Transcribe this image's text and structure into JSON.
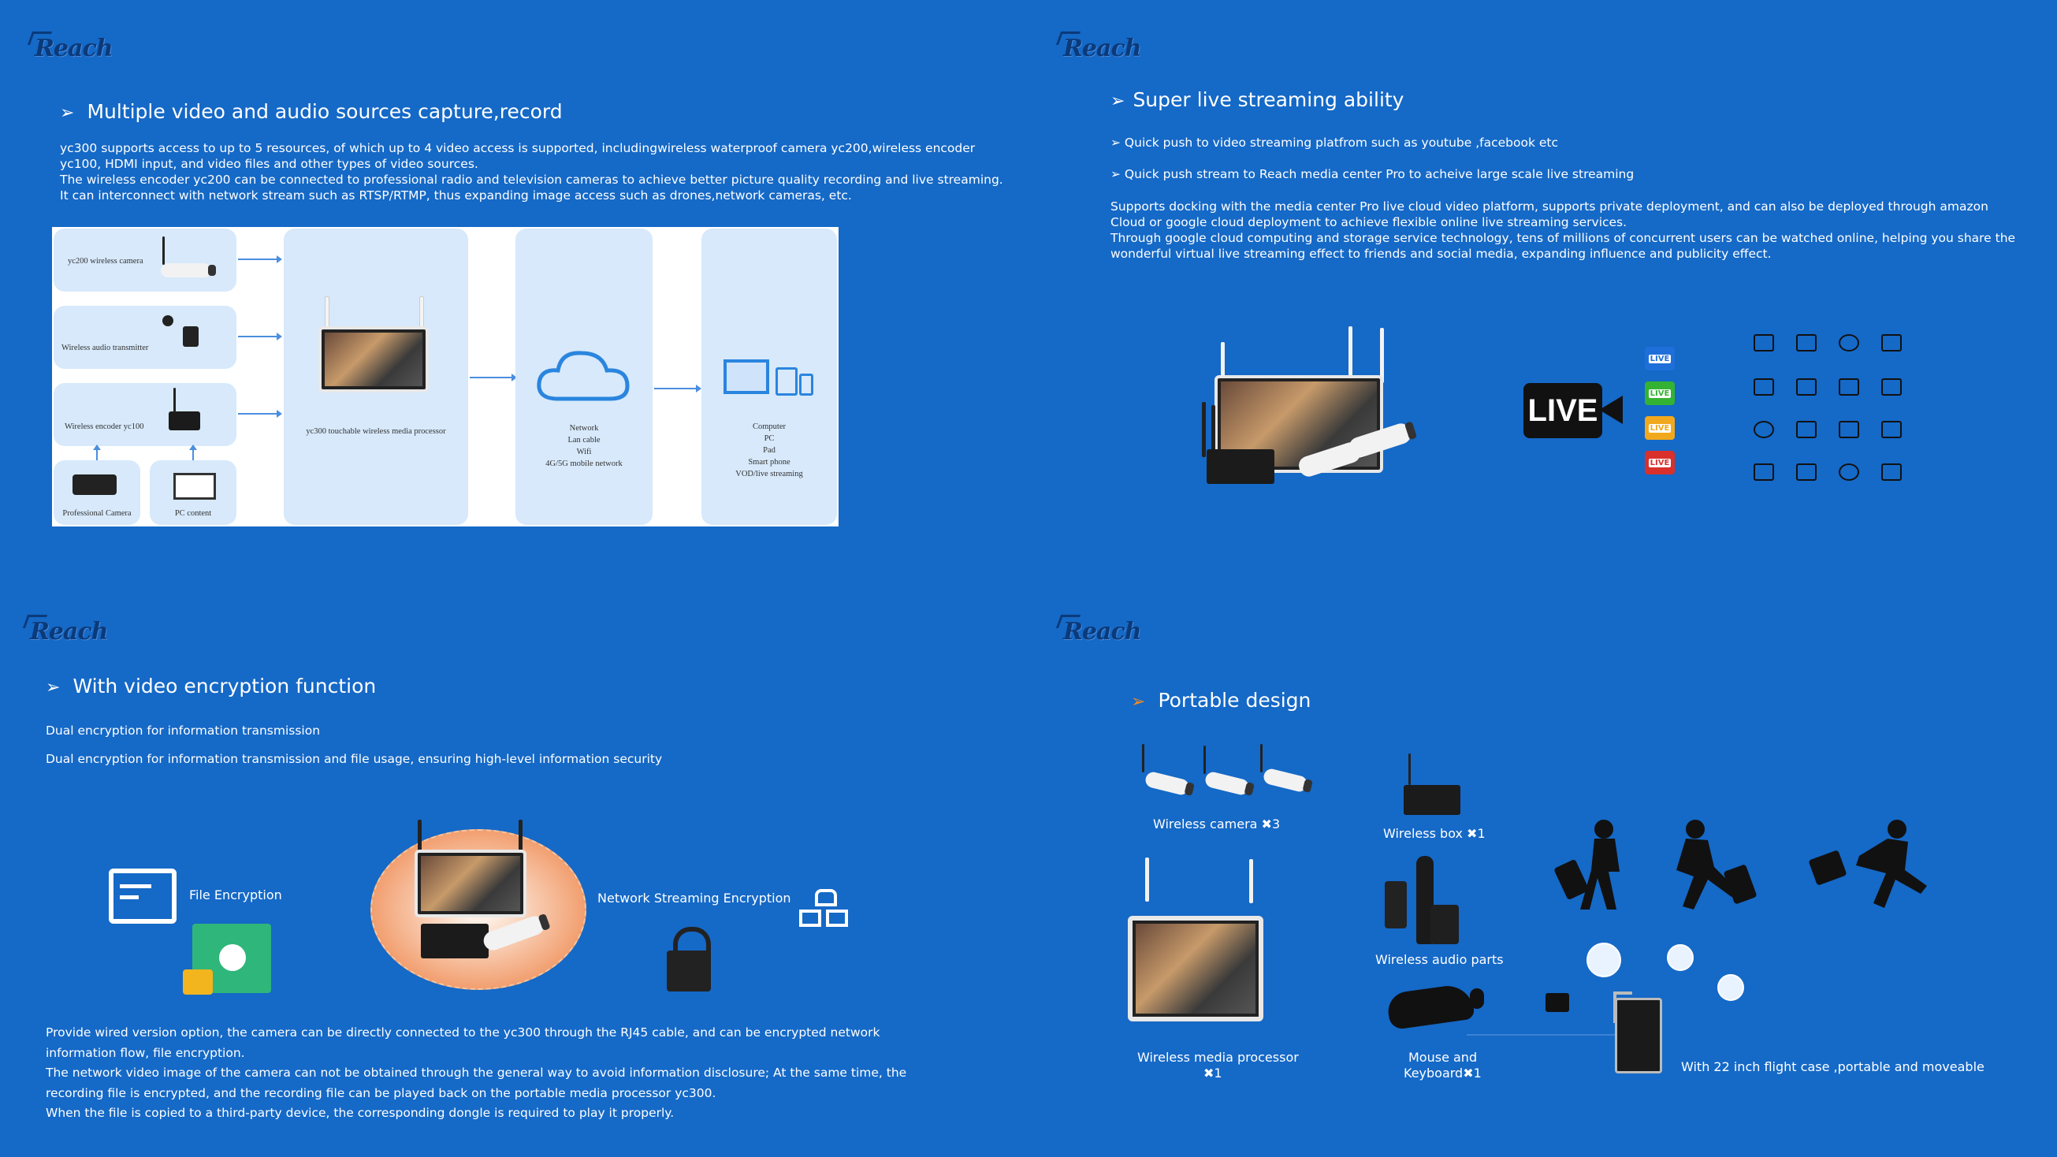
{
  "brand": "Reach",
  "panel1": {
    "heading": "Multiple video and audio sources capture,record",
    "paragraph": [
      "yc300 supports access to up to 5 resources, of which up to 4 video access is supported, includingwireless waterproof camera yc200,wireless encoder",
      "yc100, HDMI input, and video files and other types of video sources.",
      "The wireless encoder yc200 can be connected to professional radio and television cameras to achieve better picture quality recording and live streaming.",
      "It can interconnect with network stream such as  RTSP/RTMP, thus expanding image access such as drones,network cameras, etc."
    ],
    "diagram": {
      "source1": "yc200 wireless camera",
      "source2": "Wireless audio transmitter",
      "source3": "Wireless encoder yc100",
      "source4": "Professional Camera",
      "source5": "PC content",
      "processor": "yc300 touchable  wireless media processor",
      "network": [
        "Network",
        "Lan cable",
        "Wifi",
        "4G/5G mobile network"
      ],
      "output": [
        "Computer",
        "PC",
        "Pad",
        "Smart phone",
        "VOD/live streaming"
      ]
    }
  },
  "panel2": {
    "heading": "Super live  streaming ability",
    "bullet1": "Quick push to video streaming platfrom such as youtube ,facebook etc",
    "bullet2": "Quick push stream to Reach media center Pro to acheive large scale live streaming",
    "paragraph": [
      "Supports docking with the media center Pro live cloud video platform, supports private deployment, and can also be deployed through amazon",
      "Cloud or google cloud deployment to achieve flexible online live streaming services.",
      "Through google cloud computing and storage service technology, tens of millions of concurrent users can be watched online, helping you share the",
      "wonderful virtual live streaming effect to friends and social media, expanding influence and publicity effect."
    ],
    "live_label": "LIVE",
    "badge_label": "LIVE",
    "badge_colors": [
      "#1e6fd9",
      "#34b233",
      "#f2a81d",
      "#d9302c"
    ]
  },
  "panel3": {
    "heading": "With video encryption function",
    "line1": "Dual encryption for information transmission",
    "line2": "Dual encryption for information transmission and file usage, ensuring high-level information security",
    "file_label": "File Encryption",
    "network_label": "Network Streaming Encryption",
    "paragraph": [
      "Provide wired version option, the camera can be directly connected to the yc300 through the RJ45 cable, and can be encrypted network",
      "information flow, file encryption.",
      "The network video image of the camera can not be obtained through the general way to avoid information disclosure; At the same time, the",
      "recording file is encrypted, and the recording file can be played back on the portable media processor yc300.",
      "When the file is copied to a third-party device, the corresponding dongle is required to play it properly."
    ]
  },
  "panel4": {
    "heading": "Portable  design",
    "camera_label": "Wireless camera ✖3",
    "box_label": "Wireless box ✖1",
    "audio_label": "Wireless audio parts",
    "processor_label": [
      "Wireless media processor",
      "✖1"
    ],
    "mouse_label": [
      "Mouse and",
      "Keyboard✖1"
    ],
    "case_label": "With 22 inch flight case ,portable and moveable"
  }
}
